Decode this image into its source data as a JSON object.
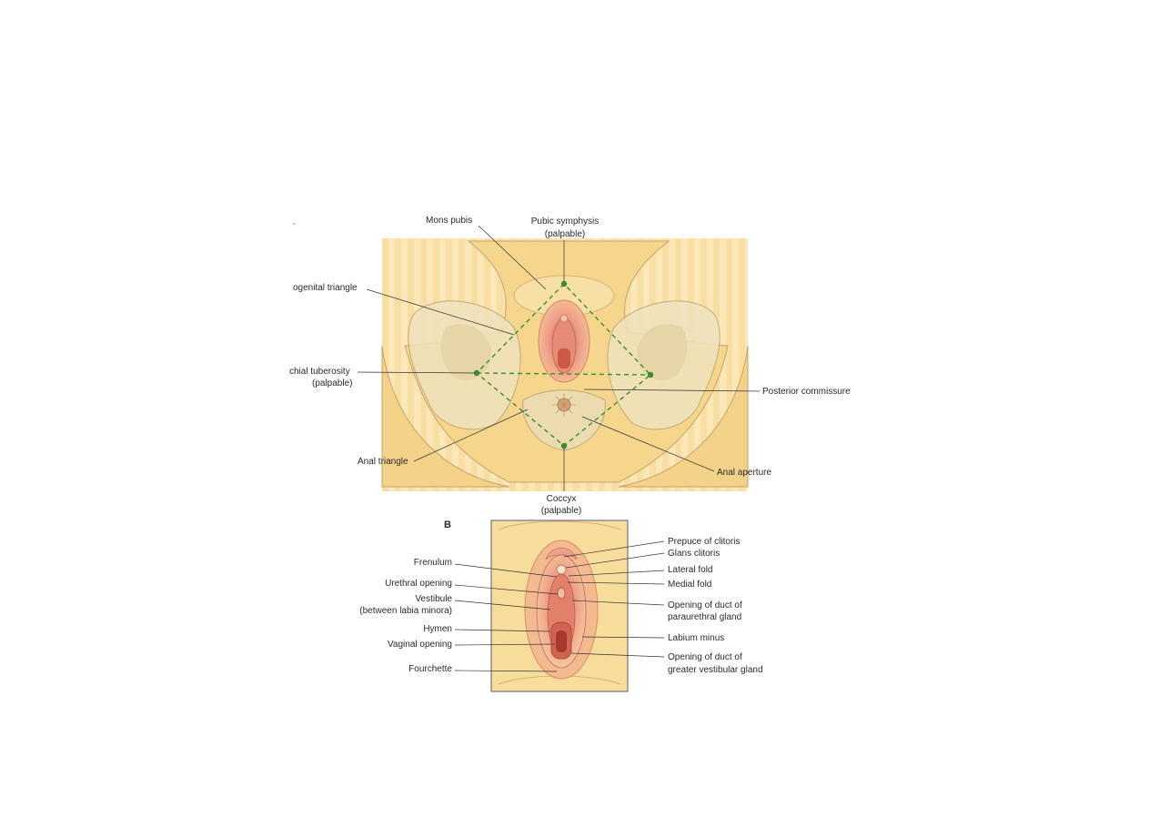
{
  "figure": {
    "fragments": {
      "corner_mark": "´",
      "panel_b": "B"
    },
    "labels": {
      "mons_pubis": "Mons pubis",
      "pubic_symphysis": "Pubic symphysis",
      "pubic_symphysis_note": "(palpable)",
      "urogenital_triangle": "ogenital triangle",
      "ischial_tuberosity": "chial tuberosity",
      "ischial_tuberosity_note": "(palpable)",
      "posterior_commissure": "Posterior commissure",
      "anal_triangle": "Anal triangle",
      "anal_aperture": "Anal aperture",
      "coccyx": "Coccyx",
      "coccyx_note": "(palpable)"
    },
    "detail_labels": {
      "frenulum": "Frenulum",
      "urethral_opening": "Urethral opening",
      "vestibule": "Vestibule",
      "vestibule_note": "(between labia minora)",
      "hymen": "Hymen",
      "vaginal_opening": "Vaginal opening",
      "fourchette": "Fourchette",
      "prepuce_of_clitoris": "Prepuce of clitoris",
      "glans_clitoris": "Glans clitoris",
      "lateral_fold": "Lateral fold",
      "medial_fold": "Medial fold",
      "paraurethral_line1": "Opening of duct of",
      "paraurethral_line2": "paraurethral gland",
      "labium_minus": "Labium minus",
      "vestibular_line1": "Opening of duct of",
      "vestibular_line2": "greater vestibular gland"
    },
    "colors": {
      "skin": "#f6d68d",
      "skin_light": "#fbe6b3",
      "bone": "#efe2bd",
      "bone_shadow": "#d9c89a",
      "vulva": "#ec9e86",
      "vulva_inner": "#e07a68",
      "vulva_deep": "#c94f3f",
      "triangle_line": "#3d8c2e",
      "leader": "#333333",
      "frame": "#5a5a7a"
    }
  }
}
